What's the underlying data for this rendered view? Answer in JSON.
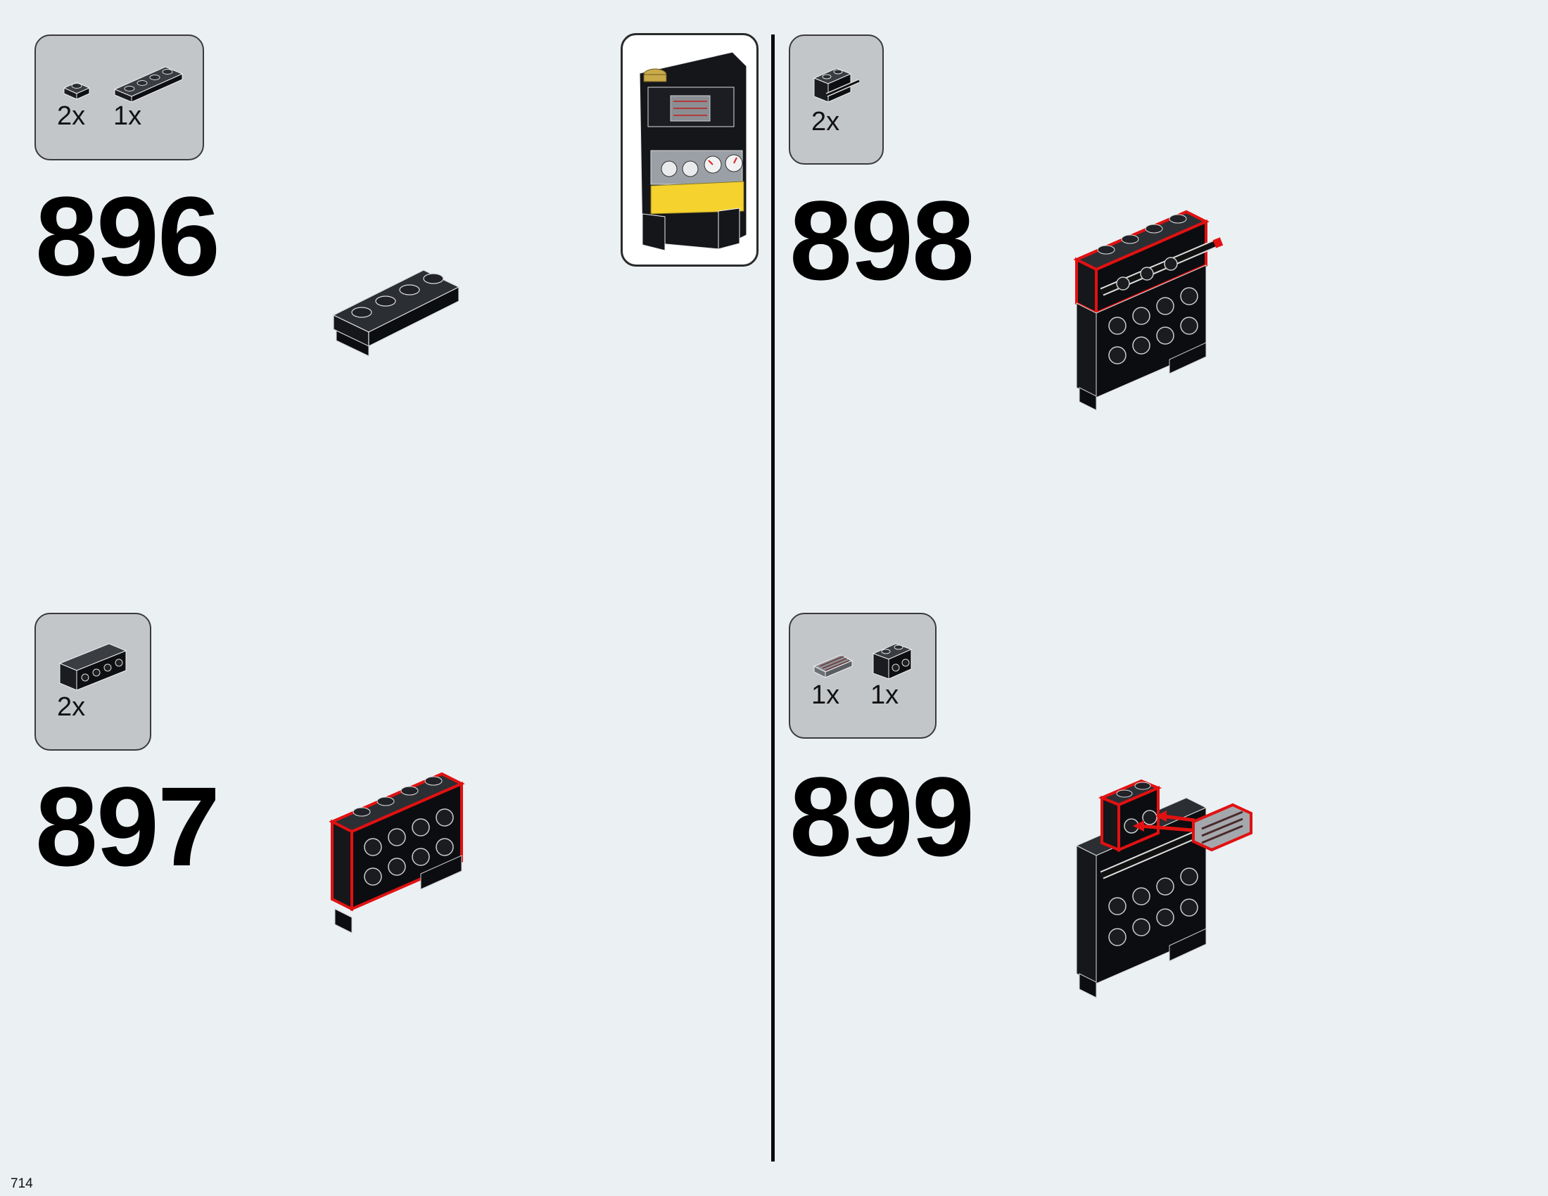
{
  "page_number": "714",
  "steps": [
    {
      "number": "896",
      "parts": [
        {
          "qty": "2x",
          "icon": "plate-1x1-icon"
        },
        {
          "qty": "1x",
          "icon": "plate-1x4-icon"
        }
      ]
    },
    {
      "number": "897",
      "parts": [
        {
          "qty": "2x",
          "icon": "brick-1x4-studs-side-icon"
        }
      ]
    },
    {
      "number": "898",
      "parts": [
        {
          "qty": "2x",
          "icon": "brick-1x2-with-bar-icon"
        }
      ]
    },
    {
      "number": "899",
      "parts": [
        {
          "qty": "1x",
          "icon": "grille-tile-icon"
        },
        {
          "qty": "1x",
          "icon": "brick-1x2-studs-side-icon"
        }
      ]
    }
  ],
  "colors": {
    "background": "#ebf0f3",
    "parts_box": "#c3c6c9",
    "brick": "#15171b",
    "highlight": "#e11111",
    "accent_yellow": "#f5d22e"
  }
}
